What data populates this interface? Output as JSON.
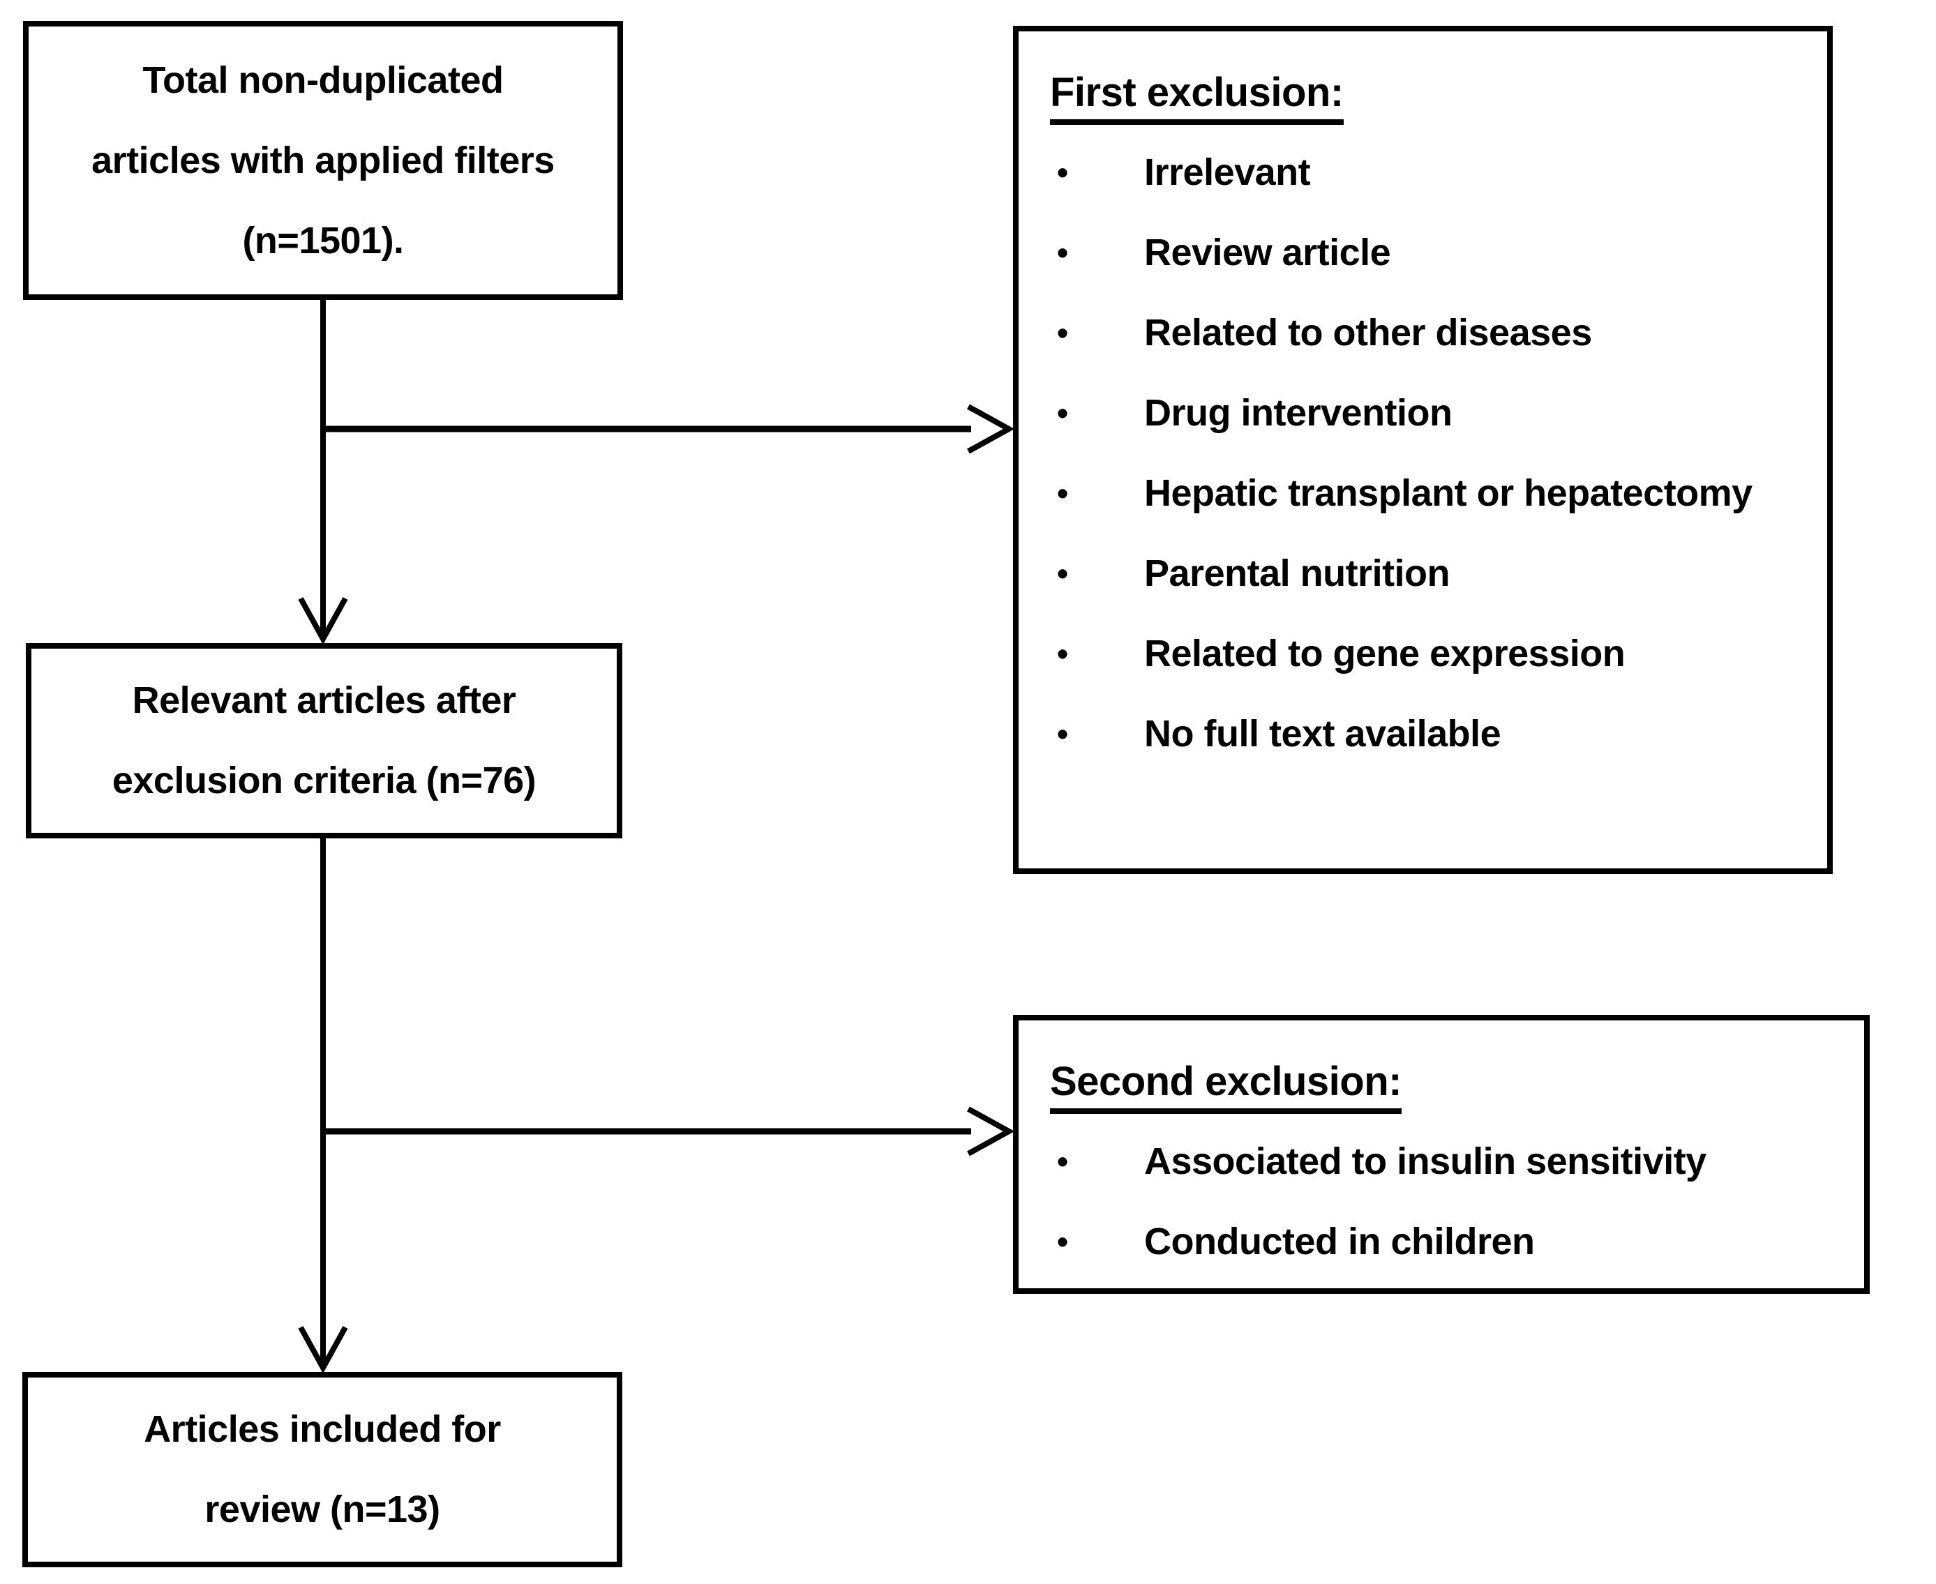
{
  "page": {
    "background_color": "#ffffff",
    "line_color": "#000000",
    "diagram_type": "article screening flowchart"
  },
  "glyphs": {
    "bullet": "•"
  },
  "boxes": {
    "total": {
      "lines": [
        "Total non-duplicated",
        "articles with applied filters",
        "(n=1501)."
      ]
    },
    "relevant": {
      "lines": [
        "Relevant articles after",
        "exclusion criteria (n=76)"
      ]
    },
    "included": {
      "lines": [
        "Articles included for",
        "review (n=13)"
      ]
    },
    "first_exclusion": {
      "title": "First exclusion:",
      "items": [
        "Irrelevant",
        "Review article",
        "Related to other diseases",
        "Drug intervention",
        "Hepatic transplant or hepatectomy",
        "Parental nutrition",
        "Related to gene expression",
        "No full text available"
      ]
    },
    "second_exclusion": {
      "title": "Second exclusion:",
      "items": [
        "Associated to insulin sensitivity",
        "Conducted in children"
      ]
    }
  }
}
